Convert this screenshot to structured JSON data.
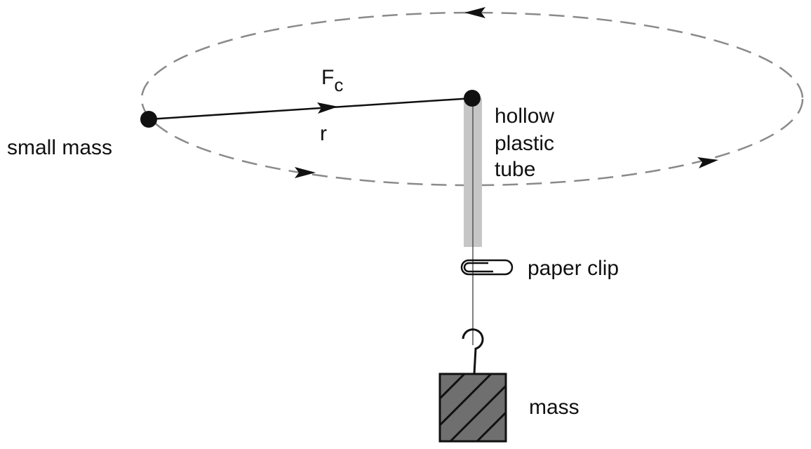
{
  "labels": {
    "force": "F",
    "force_subscript": "c",
    "radius": "r",
    "small_mass": "small mass",
    "tube_line1": "hollow",
    "tube_line2": "plastic",
    "tube_line3": "tube",
    "paper_clip": "paper clip",
    "mass": "mass"
  },
  "colors": {
    "ink": "#111111",
    "orbit": "#8a8a8a",
    "tube": "#c6c6c6",
    "mass_fill": "#6f6f6f"
  }
}
